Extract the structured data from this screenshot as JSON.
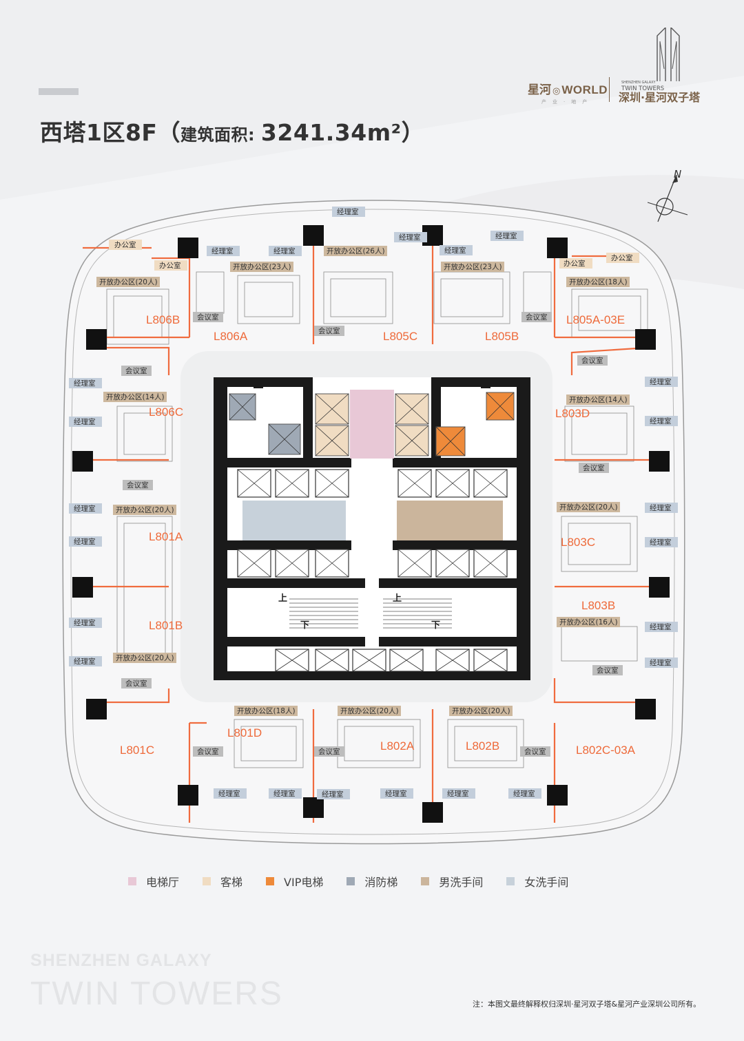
{
  "header": {
    "title_main": "西塔1区8F",
    "title_paren_open": "（",
    "title_area_label": "建筑面积: ",
    "title_area_value": "3241.34m²",
    "title_paren_close": "）"
  },
  "logo": {
    "brand_cn": "星河",
    "brand_en": "WORLD",
    "brand_tag": "产业·地产",
    "towers_en_line1": "SHENZHEN GALAXY",
    "towers_en_line2": "TWIN TOWERS",
    "towers_cn": "深圳·星河双子塔"
  },
  "compass": {
    "north": "N"
  },
  "units": {
    "L806B": "L806B",
    "L806A": "L806A",
    "L805C": "L805C",
    "L805B": "L805B",
    "L805A_03E": "L805A-03E",
    "L806C": "L806C",
    "L803D": "L803D",
    "L801A": "L801A",
    "L803C": "L803C",
    "L801B": "L801B",
    "L803B": "L803B",
    "L801C": "L801C",
    "L801D": "L801D",
    "L802A": "L802A",
    "L802B": "L802B",
    "L802C_03A": "L802C-03A"
  },
  "rooms": {
    "office": "办公室",
    "manager": "经理室",
    "meeting": "会议室",
    "open_20": "开放办公区(20人)",
    "open_23": "开放办公区(23人)",
    "open_26": "开放办公区(26人)",
    "open_18": "开放办公区(18人)",
    "open_14": "开放办公区(14人)",
    "open_16": "开放办公区(16人)"
  },
  "stairs": {
    "up": "上",
    "down": "下"
  },
  "legend": [
    {
      "label": "电梯厅",
      "color": "#e8c8d6"
    },
    {
      "label": "客梯",
      "color": "#f0dcc2"
    },
    {
      "label": "VIP电梯",
      "color": "#ee8a3a"
    },
    {
      "label": "消防梯",
      "color": "#9fa9b5"
    },
    {
      "label": "男洗手间",
      "color": "#cbb59c"
    },
    {
      "label": "女洗手间",
      "color": "#c7d1da"
    }
  ],
  "watermark": {
    "line1": "SHENZHEN GALAXY",
    "line2": "TWIN TOWERS"
  },
  "footnote": "注：本图文最终解释权归深圳·星河双子塔&星河产业深圳公司所有。",
  "colors": {
    "partition": "#f06b3e",
    "unit_label": "#ee6a3a",
    "tag_tan": "#cdb89e",
    "tag_blue": "#c3cedb",
    "core_black": "#1a1a1a"
  }
}
